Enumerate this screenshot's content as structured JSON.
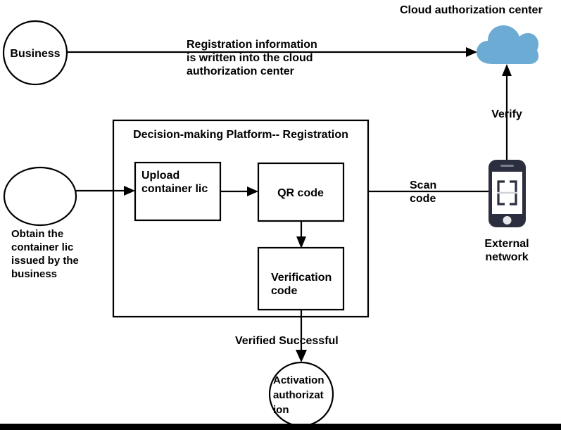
{
  "diagram": {
    "title_caption": "Cloud authorization center",
    "nodes": {
      "business": {
        "label": "Business",
        "shape": "circle"
      },
      "cloud": {
        "label": "Cloud authorization center",
        "shape": "cloud",
        "color": "#6cabd3"
      },
      "source_ellipse": {
        "label": "",
        "shape": "ellipse"
      },
      "source_caption_lines": [
        "Obtain the",
        "container lic",
        "issued by the",
        "business"
      ],
      "platform": {
        "label": "Decision-making Platform-- Registration",
        "shape": "rectangle"
      },
      "upload": {
        "label_lines": [
          "Upload",
          "container lic"
        ],
        "shape": "rectangle"
      },
      "qrcode": {
        "label": "QR code",
        "shape": "rectangle"
      },
      "verification": {
        "label_lines": [
          "Verification",
          "code"
        ],
        "shape": "rectangle"
      },
      "phone": {
        "caption_lines": [
          "External",
          "network"
        ],
        "shape": "smartphone-icon",
        "color": "#2b2e3e"
      },
      "activation": {
        "label_lines": [
          "Activation",
          "authorizat",
          "ion"
        ],
        "shape": "circle"
      }
    },
    "edges": {
      "business_to_cloud": {
        "label_lines": [
          "Registration information",
          "is written into the cloud",
          "authorization center"
        ]
      },
      "phone_to_cloud": {
        "label": "Verify"
      },
      "phone_to_qrcode": {
        "label_lines": [
          "Scan",
          "code"
        ]
      },
      "verification_to_activation": {
        "label": "Verified Successful"
      },
      "source_to_upload": {
        "label": ""
      },
      "upload_to_qrcode": {
        "label": ""
      },
      "qrcode_to_verification": {
        "label": ""
      }
    },
    "colors": {
      "cloud": "#6cabd3",
      "phone_body": "#2b2e3e",
      "stroke": "#000000",
      "background": "#ffffff",
      "footer_bar": "#000000"
    }
  }
}
